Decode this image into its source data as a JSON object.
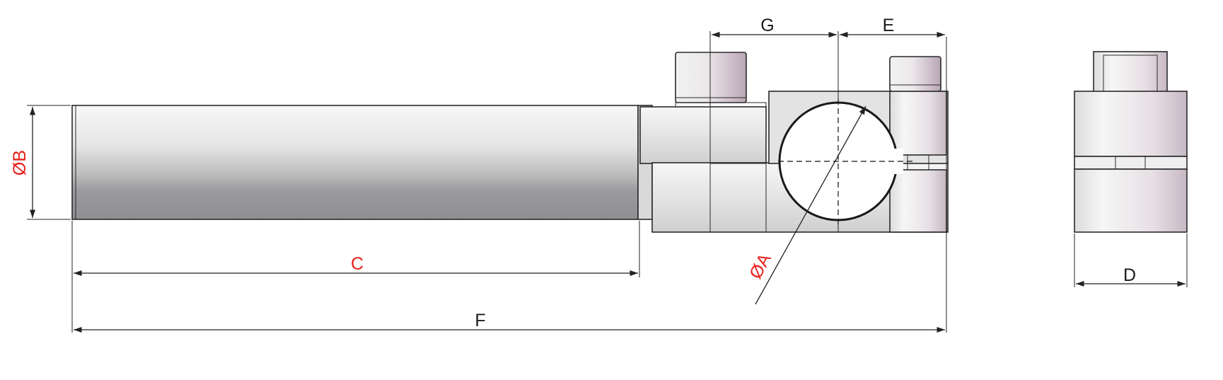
{
  "labels": {
    "dim_b": "ØB",
    "dim_c": "C",
    "dim_f": "F",
    "dim_g": "G",
    "dim_e": "E",
    "dim_a": "ØA",
    "dim_d": "D"
  },
  "colors": {
    "red_label": "#e8201c",
    "black_label": "#1a1a1a",
    "line": "#222222",
    "metal_light": "#f4f4f4",
    "metal_dark": "#9a9a9e",
    "screw_tint": "#cbbcc6"
  }
}
